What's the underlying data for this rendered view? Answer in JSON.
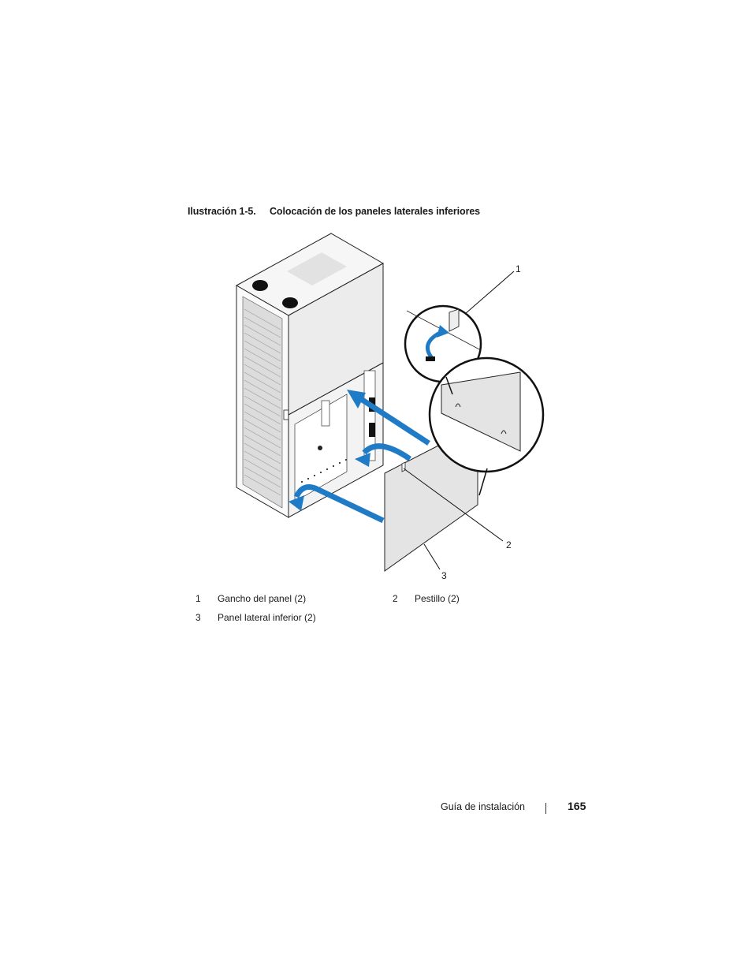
{
  "figure": {
    "label": "Ilustración 1-5.",
    "title": "Colocación de los paneles laterales inferiores",
    "callouts": [
      "1",
      "2",
      "3"
    ]
  },
  "legend": [
    {
      "num": "1",
      "text": "Gancho del panel (2)"
    },
    {
      "num": "2",
      "text": "Pestillo (2)"
    },
    {
      "num": "3",
      "text": "Panel lateral inferior (2)"
    }
  ],
  "footer": {
    "title": "Guía de instalación",
    "page": "165"
  },
  "colors": {
    "arrow": "#1f7bc6",
    "panel": "#e4e4e4",
    "line": "#222222"
  }
}
